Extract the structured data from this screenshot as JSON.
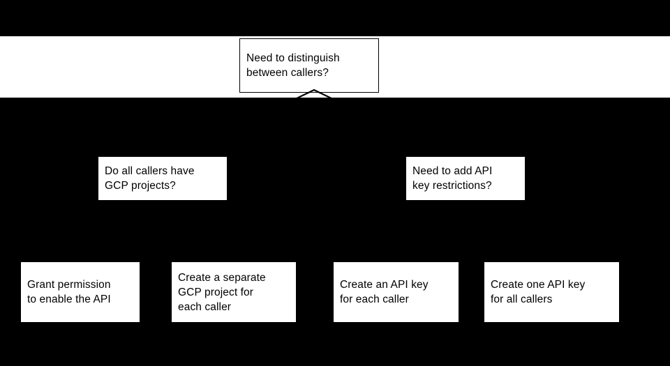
{
  "diagram": {
    "type": "decision-flowchart",
    "background_color": "#000000",
    "node_fill_color": "#ffffff",
    "node_text_color": "#000000",
    "node_stroke_color": "#000000",
    "band_color": "#ffffff",
    "levels": [
      {
        "level": 1,
        "nodes": [
          {
            "id": "root",
            "shape": "rectangle",
            "label": "Need to distinguish\nbetween callers?"
          }
        ]
      },
      {
        "level": 2,
        "nodes": [
          {
            "id": "gcp-projects",
            "shape": "rectangle",
            "label": "Do all callers have\nGCP projects?"
          },
          {
            "id": "api-restrictions",
            "shape": "rectangle",
            "label": "Need to add API\nkey restrictions?"
          }
        ]
      },
      {
        "level": 3,
        "nodes": [
          {
            "id": "grant-permission",
            "shape": "rectangle",
            "label": "Grant permission\nto enable the API"
          },
          {
            "id": "separate-project",
            "shape": "rectangle",
            "label": "Create a separate\nGCP project for\neach caller"
          },
          {
            "id": "key-each-caller",
            "shape": "rectangle",
            "label": "Create an API key\nfor each caller"
          },
          {
            "id": "key-all-callers",
            "shape": "rectangle",
            "label": "Create one API key\nfor all callers"
          }
        ]
      }
    ],
    "connectors": [
      {
        "id": "root-split",
        "type": "arrowhead-chevron",
        "from": "root",
        "color": "#000000"
      }
    ]
  }
}
